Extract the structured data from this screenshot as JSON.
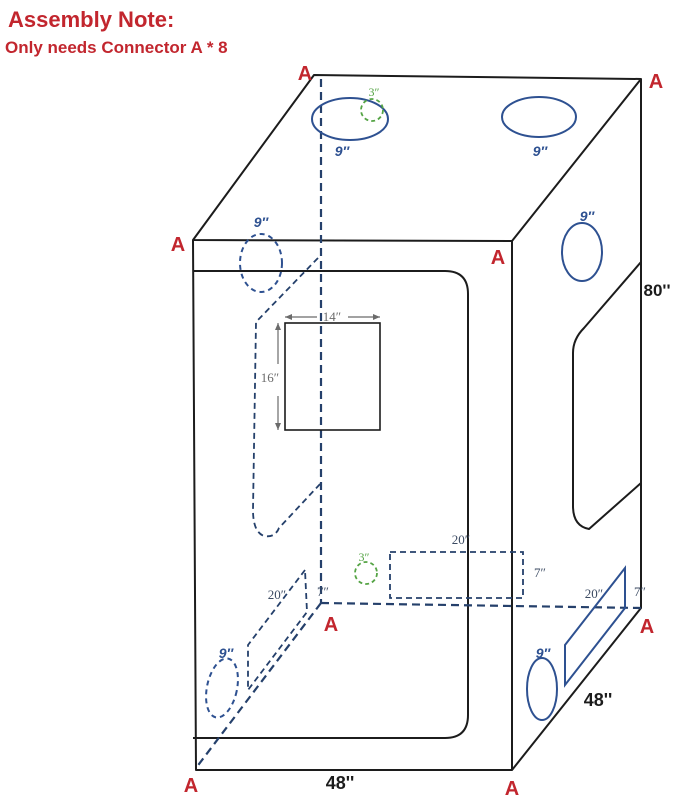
{
  "title": {
    "heading": "Assembly Note:",
    "subheading": "Only needs Connector A * 8"
  },
  "labels": {
    "connector_a": "A",
    "vent_9": "9″",
    "port_3": "3″",
    "window_width_14": "14″",
    "window_height_16": "16″",
    "vent_len_20": "20″",
    "vent_wid_7": "7″",
    "height_80": "80''",
    "width_48": "48''",
    "depth_48": "48''"
  },
  "colors": {
    "red": "#c2262e",
    "blue": "#2e5191",
    "navy": "#25406b",
    "green": "#55a445",
    "black": "#1c1c1c",
    "dim-gray": "#6b6b6b",
    "slate": "#3c4b63",
    "bg": "#ffffff"
  }
}
